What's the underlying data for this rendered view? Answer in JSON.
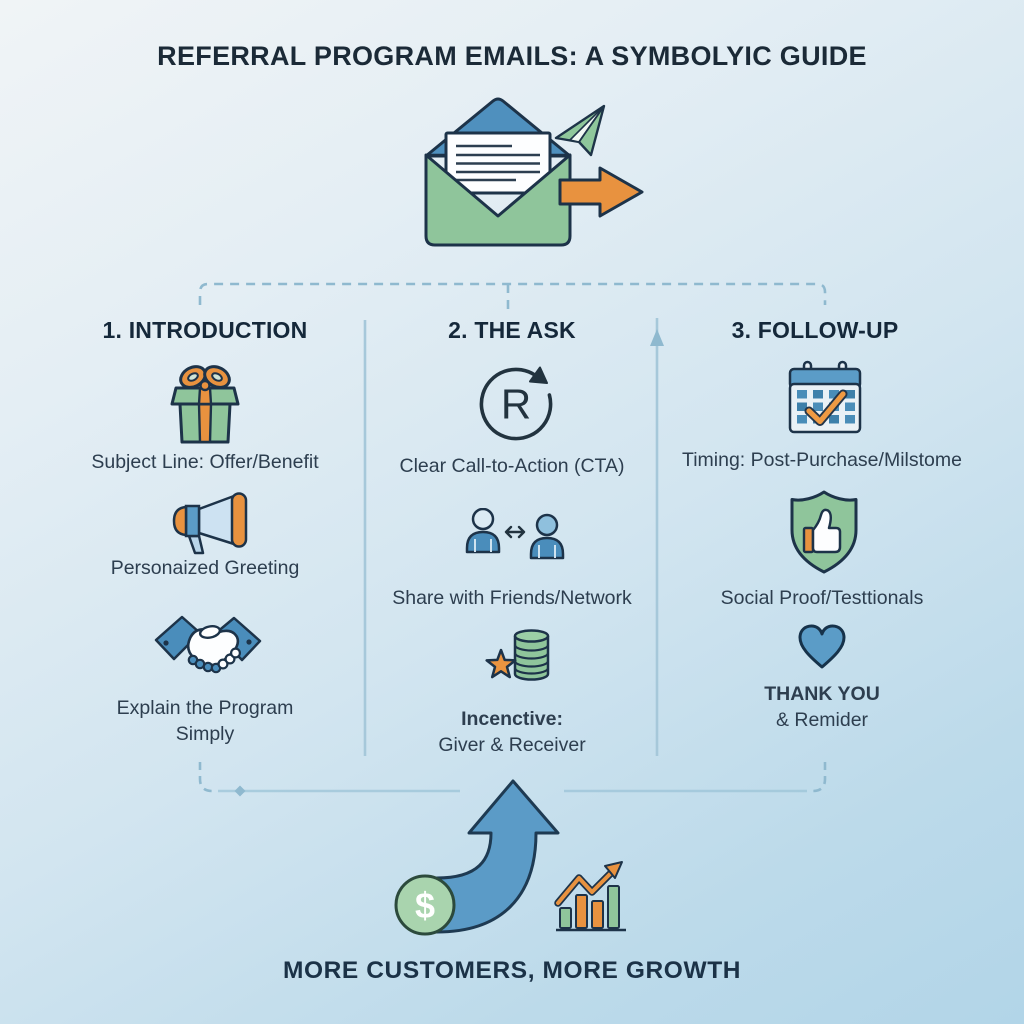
{
  "title": "REFERRAL PROGRAM EMAILS: A SYMBOLYIC GUIDE",
  "hero": {
    "envelope_icon": "open-envelope-with-letter",
    "plane_icon": "paper-plane",
    "arrow_icon": "forward-arrow"
  },
  "columns": [
    {
      "header": "1. INTRODUCTION",
      "items": [
        {
          "icon": "gift-icon",
          "label": "Subject Line: Offer/Benefit"
        },
        {
          "icon": "megaphone-icon",
          "label": "Personaized Greeting"
        },
        {
          "icon": "handshake-icon",
          "label": "Explain the Program Simply"
        }
      ]
    },
    {
      "header": "2. THE ASK",
      "items": [
        {
          "icon": "refresh-r-icon",
          "glyph": "R",
          "label": "Clear Call-to-Action (CTA)"
        },
        {
          "icon": "people-share-icon",
          "label": "Share with Friends/Network"
        },
        {
          "icon": "star-coins-icon",
          "line1": "Incenctive:",
          "line2": "Giver & Receiver"
        }
      ]
    },
    {
      "header": "3. FOLLOW-UP",
      "items": [
        {
          "icon": "calendar-check-icon",
          "label": "Timing: Post-Purchase/Milstome"
        },
        {
          "icon": "shield-thumbs-up-icon",
          "label": "Social Proof/Testtionals"
        },
        {
          "icon": "heart-icon",
          "line1": "THANK YOU",
          "line2": "& Remider"
        }
      ]
    }
  ],
  "footer": {
    "label": "MORE CUSTOMERS, MORE GROWTH",
    "dollar_glyph": "$",
    "icons": [
      "growth-arrow-up",
      "dollar-coin",
      "mini-bar-chart"
    ]
  },
  "colors": {
    "background_top": "#f0f4f6",
    "background_bottom": "#b2d5e8",
    "outline_navy": "#1d3349",
    "blue": "#4a8dbb",
    "green": "#8fc59b",
    "orange": "#e8923f",
    "light_line": "#8fb9cf",
    "heading_text": "#15283a",
    "body_text": "#2d3e4f"
  }
}
